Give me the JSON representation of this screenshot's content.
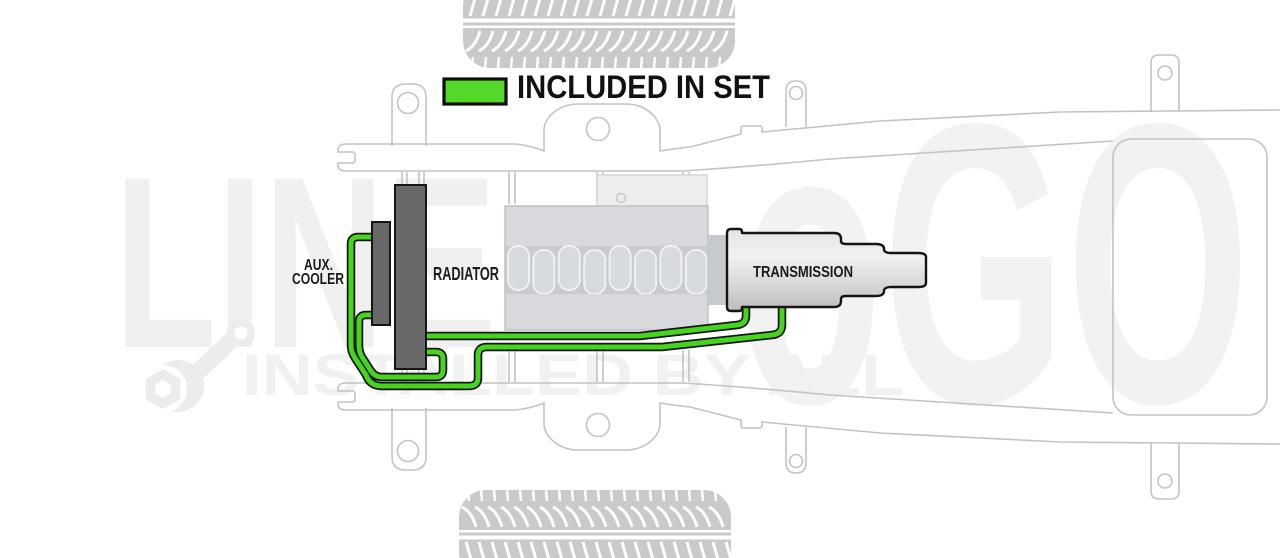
{
  "legend": {
    "label": "INCLUDED IN SET",
    "swatch_color": "#54d82a"
  },
  "labels": {
    "aux_cooler_line1": "AUX.",
    "aux_cooler_line2": "COOLER",
    "radiator": "RADIATOR",
    "transmission": "TRANSMISSION"
  },
  "watermark": {
    "brand_part1": "LINE",
    "brand_part2": "oGO",
    "tagline": "INSTALLED BY ALL"
  },
  "colors": {
    "cooler_line_green": "#47d41f",
    "cooler_line_outline": "#161616",
    "legend_green": "#54d82a",
    "frame_outline": "#c3c3c3",
    "component_dark_gray": "#686868",
    "watermark_gray": "#f0f0f0",
    "tire_gray": "#cacaca"
  }
}
